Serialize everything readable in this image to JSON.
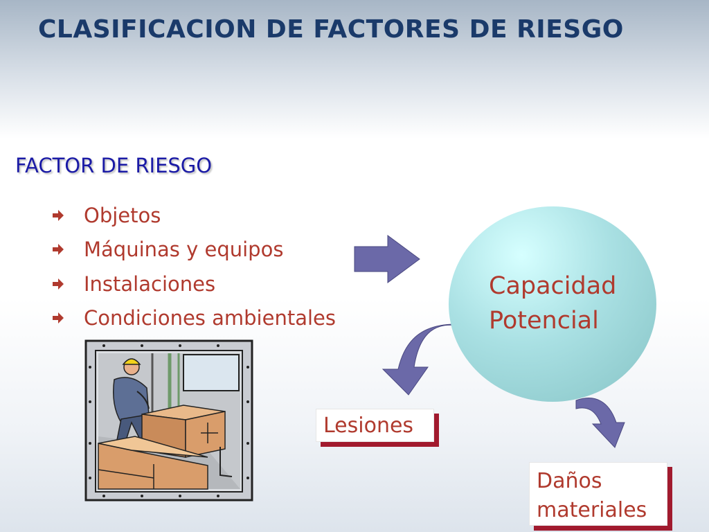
{
  "title": "CLASIFICACION DE FACTORES DE RIESGO",
  "subtitle": "FACTOR DE RIESGO",
  "items": [
    "Objetos",
    "Máquinas y equipos",
    "Instalaciones",
    "Condiciones ambientales"
  ],
  "center": {
    "line1": "Capacidad",
    "line2": "Potencial"
  },
  "outcomes": {
    "lesiones": "Lesiones",
    "danos_line1": "Daños",
    "danos_line2": "materiales"
  },
  "icons": [
    "right-arrow-bullet-icon",
    "block-arrow-icon",
    "curved-arrow-icon",
    "worker-clipart-icon"
  ],
  "colors": {
    "title": "#1a3a6a",
    "subtitle": "#1a1aa6",
    "text": "#b03a2e",
    "arrow": "#6b69a8",
    "shadow": "#a11a2e"
  }
}
